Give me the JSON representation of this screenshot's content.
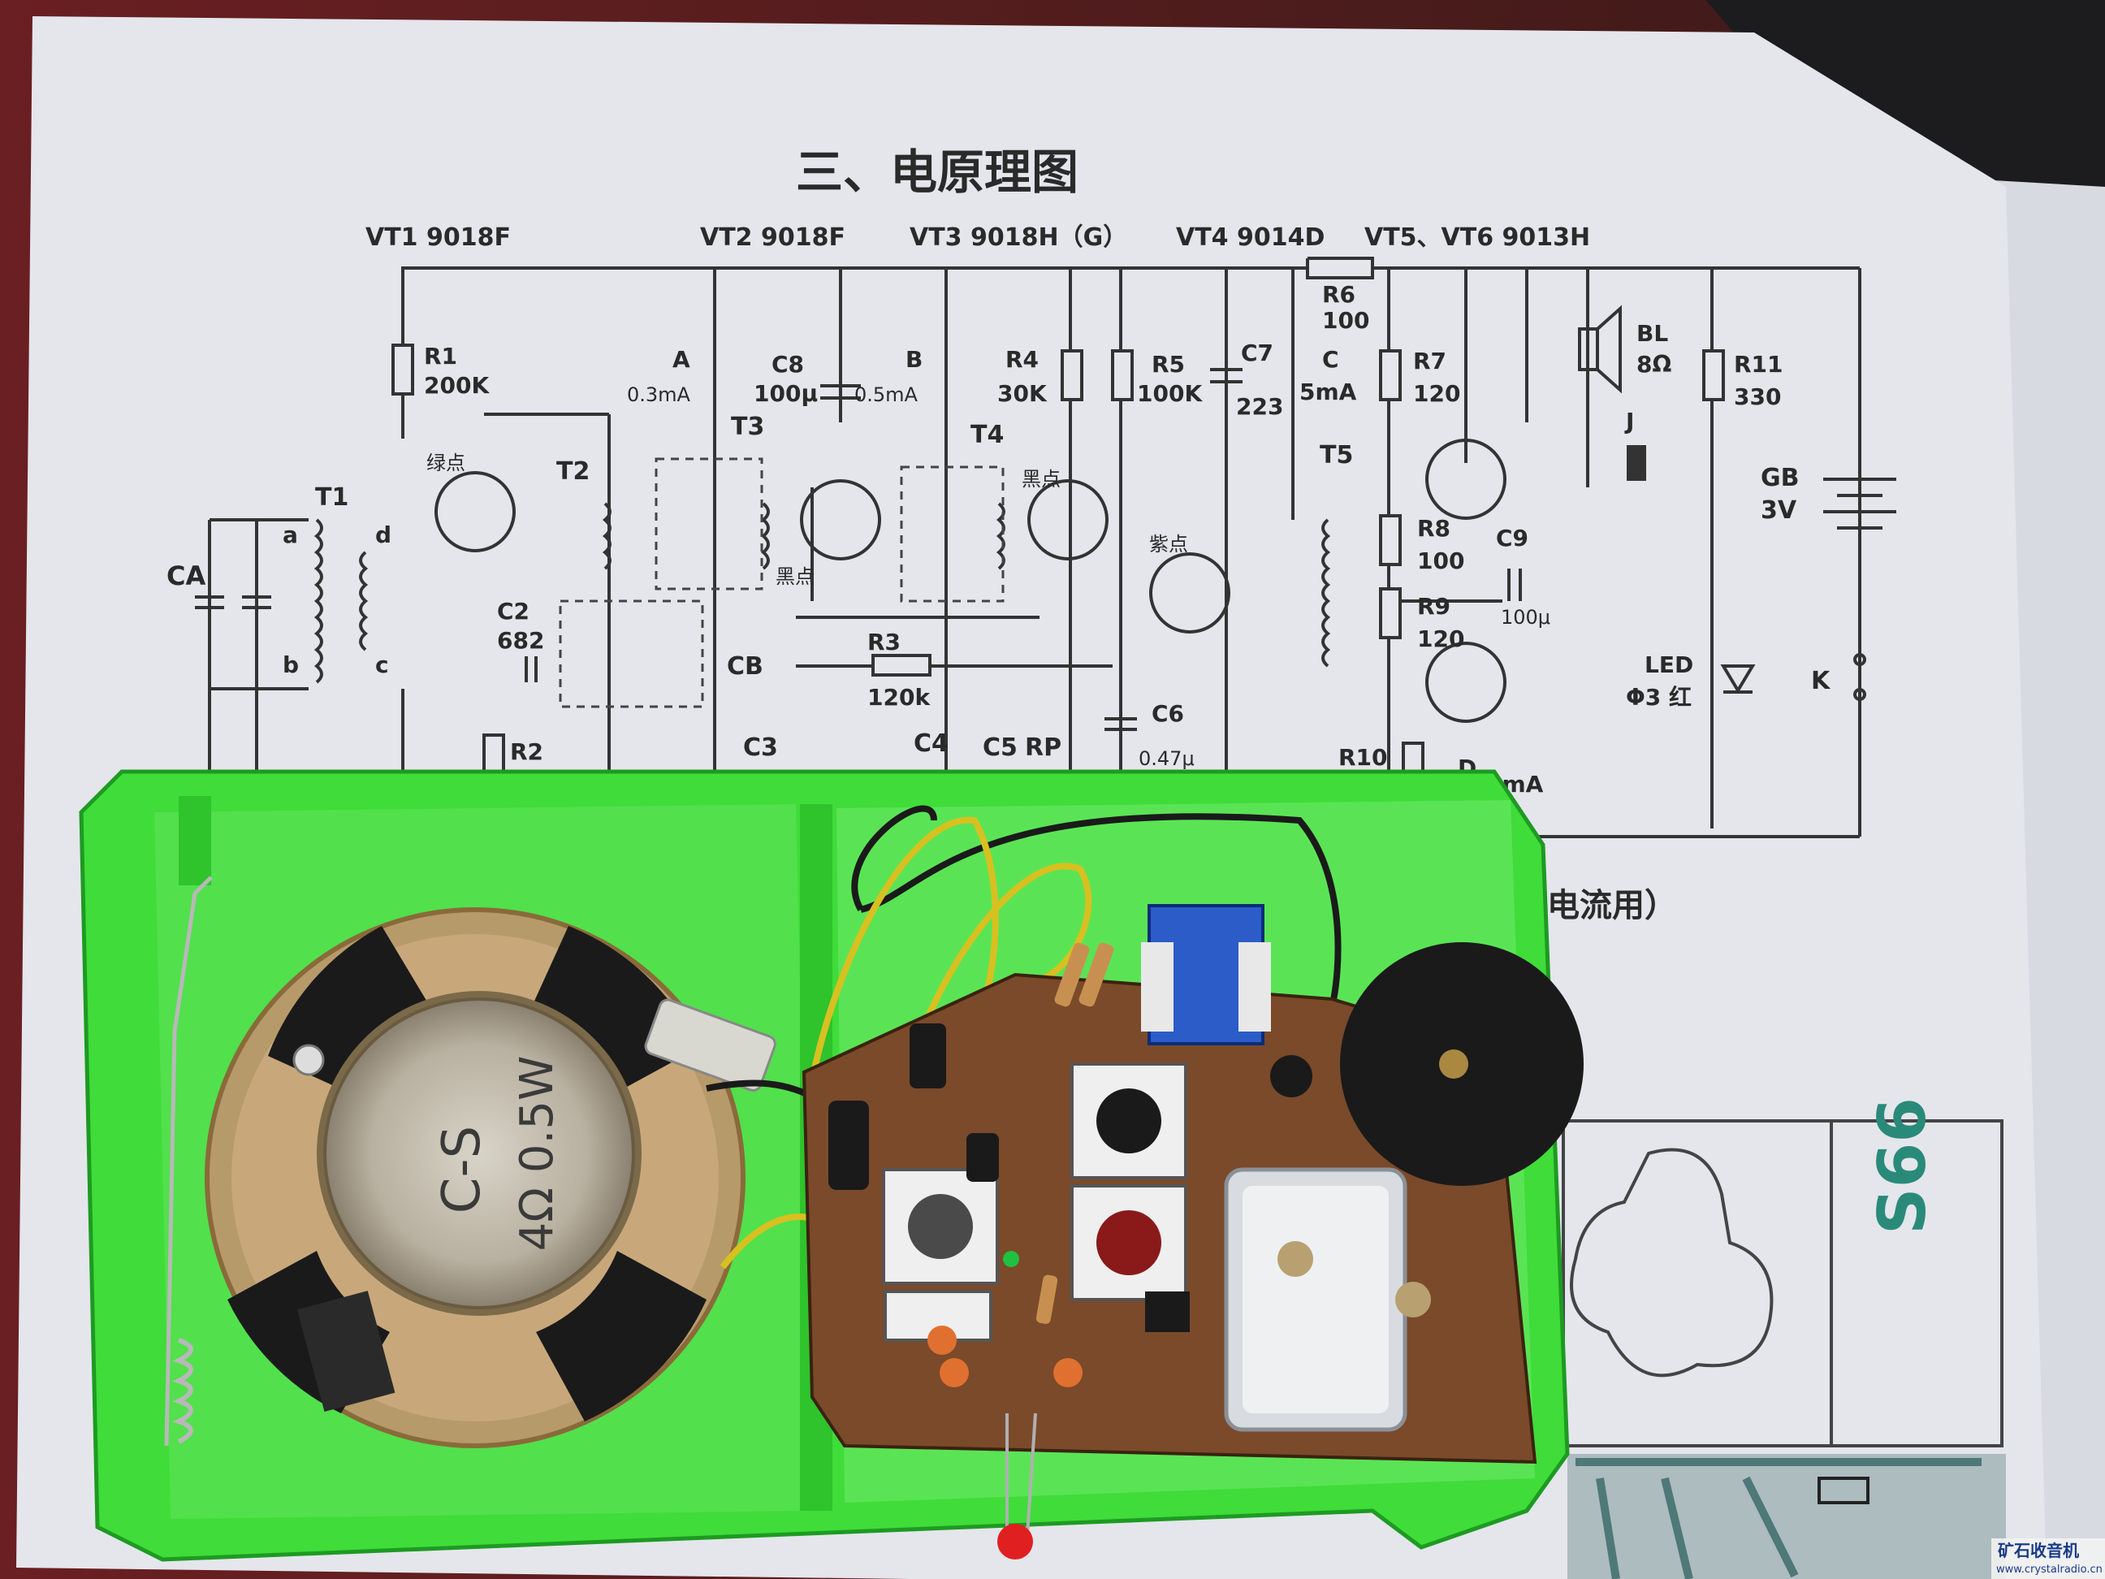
{
  "schematic": {
    "heading": "三、电原理图",
    "transistor_header": {
      "vt1": "VT1 9018F",
      "vt2": "VT2  9018F",
      "vt3": "VT3   9018H（G）",
      "vt4": "VT4   9014D",
      "vt56": "VT5、VT6 9013H"
    },
    "labels": {
      "r1": "R1",
      "r1v": "200K",
      "ca": "CA",
      "t1": "T1",
      "a": "a",
      "b": "b",
      "d": "d",
      "c": "c",
      "dot1": "绿点",
      "t2": "T2",
      "c2": "C2",
      "c2v": "682",
      "r2": "R2",
      "a_pt": "A",
      "a_cur": "0.3mA",
      "c8": "C8",
      "c8v": "100μ",
      "b_pt": "B",
      "b_cur": "0.5mA",
      "t3": "T3",
      "dot2": "黑点",
      "cb": "CB",
      "c3": "C3",
      "r4": "R4",
      "r4v": "30K",
      "t4": "T4",
      "dot3": "黑点",
      "r3": "R3",
      "r3v": "120k",
      "c4": "C4",
      "c5": "C5",
      "rp": "RP",
      "r5": "R5",
      "r5v": "100K",
      "c7": "C7",
      "c7v": "223",
      "dot4": "紫点",
      "c6": "C6",
      "c6v": "0.47μ",
      "r6": "R6",
      "r6v": "100",
      "c_pt": "C",
      "c_cur": "5mA",
      "r7": "R7",
      "r7v": "120",
      "t5": "T5",
      "r8": "R8",
      "r8v": "100",
      "r9": "R9",
      "r9v": "120",
      "c9": "C9",
      "c9v": "100μ",
      "r10": "R10",
      "d_cur": "2mA",
      "d_pt": "D",
      "bl": "BL",
      "blv": "8Ω",
      "j": "J",
      "r11": "R11",
      "r11v": "330",
      "gb": "GB",
      "gbv": "3V",
      "led": "LED",
      "ledv": "Φ3 红",
      "k": "K"
    },
    "note_fragment": "电流用）"
  },
  "speaker_label": {
    "line1": "C-S",
    "line2": "4Ω 0.5W"
  },
  "pcb_sheet_number": "S66",
  "watermark": {
    "name": "矿石收音机",
    "url": "www.crystalradio.cn"
  },
  "colors": {
    "case_green": "#3fdc3a",
    "pcb_brown": "#7a4a2a",
    "paper": "#e4e6ec",
    "ink": "#2a2a2a"
  }
}
